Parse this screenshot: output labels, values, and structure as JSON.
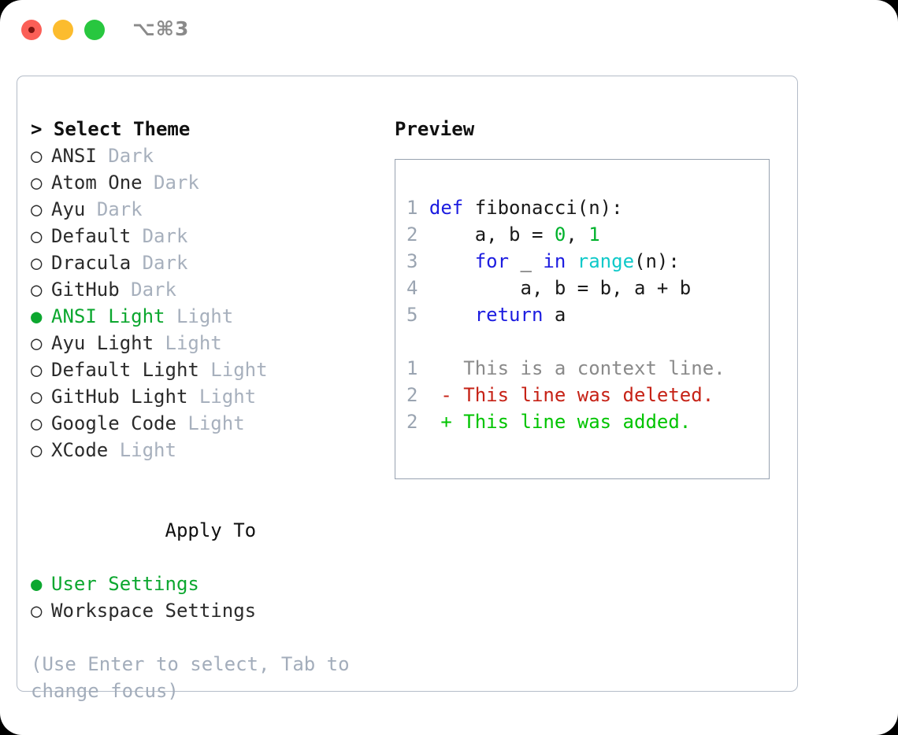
{
  "window": {
    "traffic_lights": [
      "close",
      "minimize",
      "maximize"
    ],
    "shortcut": "⌥⌘3"
  },
  "left": {
    "header": "> Select Theme",
    "themes": [
      {
        "marker": "○",
        "name": "ANSI",
        "category": "Dark",
        "selected": false
      },
      {
        "marker": "○",
        "name": "Atom One",
        "category": "Dark",
        "selected": false
      },
      {
        "marker": "○",
        "name": "Ayu",
        "category": "Dark",
        "selected": false
      },
      {
        "marker": "○",
        "name": "Default",
        "category": "Dark",
        "selected": false
      },
      {
        "marker": "○",
        "name": "Dracula",
        "category": "Dark",
        "selected": false
      },
      {
        "marker": "○",
        "name": "GitHub",
        "category": "Dark",
        "selected": false
      },
      {
        "marker": "●",
        "name": "ANSI Light",
        "category": "Light",
        "selected": true
      },
      {
        "marker": "○",
        "name": "Ayu Light",
        "category": "Light",
        "selected": false
      },
      {
        "marker": "○",
        "name": "Default Light",
        "category": "Light",
        "selected": false
      },
      {
        "marker": "○",
        "name": "GitHub Light",
        "category": "Light",
        "selected": false
      },
      {
        "marker": "○",
        "name": "Google Code",
        "category": "Light",
        "selected": false
      },
      {
        "marker": "○",
        "name": "XCode",
        "category": "Light",
        "selected": false
      }
    ],
    "apply_to_heading": "Apply To",
    "apply_to_options": [
      {
        "marker": "●",
        "label": "User Settings",
        "selected": true
      },
      {
        "marker": "○",
        "label": "Workspace Settings",
        "selected": false
      }
    ],
    "hint": "(Use Enter to select, Tab to change focus)"
  },
  "right": {
    "preview_title": "Preview",
    "code_lines": [
      {
        "num": "1",
        "tokens": [
          {
            "t": "def ",
            "c": "kw"
          },
          {
            "t": "fibonacci(n):",
            "c": "plain"
          }
        ]
      },
      {
        "num": "2",
        "tokens": [
          {
            "t": "    a, b = ",
            "c": "plain"
          },
          {
            "t": "0",
            "c": "num"
          },
          {
            "t": ", ",
            "c": "plain"
          },
          {
            "t": "1",
            "c": "num"
          }
        ]
      },
      {
        "num": "3",
        "tokens": [
          {
            "t": "    ",
            "c": "plain"
          },
          {
            "t": "for",
            "c": "kw"
          },
          {
            "t": " _ ",
            "c": "plain"
          },
          {
            "t": "in",
            "c": "kw"
          },
          {
            "t": " ",
            "c": "plain"
          },
          {
            "t": "range",
            "c": "fn"
          },
          {
            "t": "(n):",
            "c": "plain"
          }
        ]
      },
      {
        "num": "4",
        "tokens": [
          {
            "t": "        a, b = b, a + b",
            "c": "plain"
          }
        ]
      },
      {
        "num": "5",
        "tokens": [
          {
            "t": "    ",
            "c": "plain"
          },
          {
            "t": "return",
            "c": "kw"
          },
          {
            "t": " a",
            "c": "plain"
          }
        ]
      }
    ],
    "diff_lines": [
      {
        "num": "1",
        "prefix": "  ",
        "text": "This is a context line.",
        "kind": "diff-ctx"
      },
      {
        "num": "2",
        "prefix": "- ",
        "text": "This line was deleted.",
        "kind": "diff-del"
      },
      {
        "num": "2",
        "prefix": "+ ",
        "text": "This line was added.",
        "kind": "diff-add"
      }
    ]
  },
  "colors": {
    "accent_green": "#0ca72f",
    "muted_gray": "#a7b0bd",
    "keyword_blue": "#1c1ce0",
    "function_cyan": "#0fc9c9",
    "number_green": "#00b22c",
    "diff_deleted": "#c62216",
    "diff_added": "#00c400",
    "border": "#b4bcc8"
  }
}
